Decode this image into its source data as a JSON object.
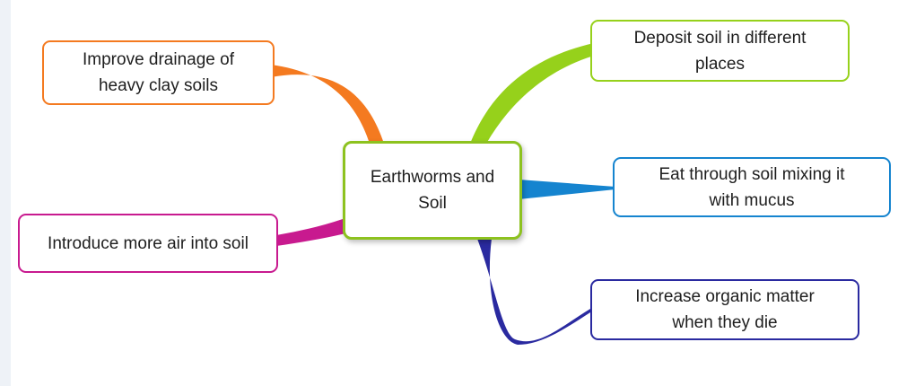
{
  "colors": {
    "central": "#8dc21f",
    "orange": "#f47a20",
    "lime": "#96d11b",
    "blue": "#1584cf",
    "magenta": "#c81a8f",
    "navy": "#2a2aa0"
  },
  "mindmap": {
    "central": {
      "text": "Earthworms and\nSoil"
    },
    "nodes": [
      {
        "id": "improve-drainage",
        "text": "Improve drainage of\nheavy clay soils",
        "color": "#f47a20"
      },
      {
        "id": "deposit-soil",
        "text": "Deposit soil in different\nplaces",
        "color": "#96d11b"
      },
      {
        "id": "eat-through-soil",
        "text": "Eat through soil mixing it\nwith mucus",
        "color": "#1584cf"
      },
      {
        "id": "introduce-air",
        "text": "Introduce more air into soil",
        "color": "#c81a8f"
      },
      {
        "id": "increase-organic",
        "text": "Increase organic matter\nwhen they die",
        "color": "#2a2aa0"
      }
    ]
  }
}
